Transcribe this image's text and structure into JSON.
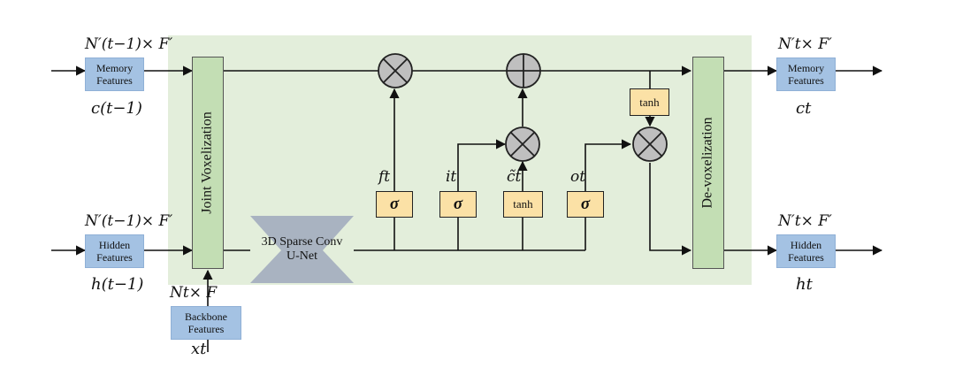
{
  "inputs": {
    "memory": {
      "label": "Memory\nFeatures",
      "shape": "N′(t−1)× F′",
      "symbol": "c(t−1)"
    },
    "hidden": {
      "label": "Hidden\nFeatures",
      "shape": "N′(t−1)× F′",
      "symbol": "h(t−1)"
    },
    "backbone": {
      "label": "Backbone\nFeatures",
      "shape": "Nt× F",
      "symbol": "xt"
    }
  },
  "outputs": {
    "memory": {
      "label": "Memory\nFeatures",
      "shape": "N′t× F′",
      "symbol": "ct"
    },
    "hidden": {
      "label": "Hidden\nFeatures",
      "shape": "N′t× F′",
      "symbol": "ht"
    }
  },
  "blocks": {
    "joint_voxelization": "Joint Voxelization",
    "de_voxelization": "De-voxelization",
    "unet": "3D Sparse Conv\nU-Net"
  },
  "gates": {
    "f": {
      "label": "σ",
      "symbol": "ft"
    },
    "i": {
      "label": "σ",
      "symbol": "it"
    },
    "c": {
      "label": "tanh",
      "symbol": "c̃t"
    },
    "o": {
      "label": "σ",
      "symbol": "ot"
    },
    "tanh_out": {
      "label": "tanh"
    }
  },
  "operators": {
    "multiply": "⊗",
    "add": "⊕"
  },
  "colors": {
    "background_panel": "#e3eedb",
    "feature_box": "#a4c2e3",
    "gate_box": "#fbe1a6",
    "operator": "#bfbfbf",
    "block": "#c3deb4",
    "unet": "#a9b3c1"
  }
}
